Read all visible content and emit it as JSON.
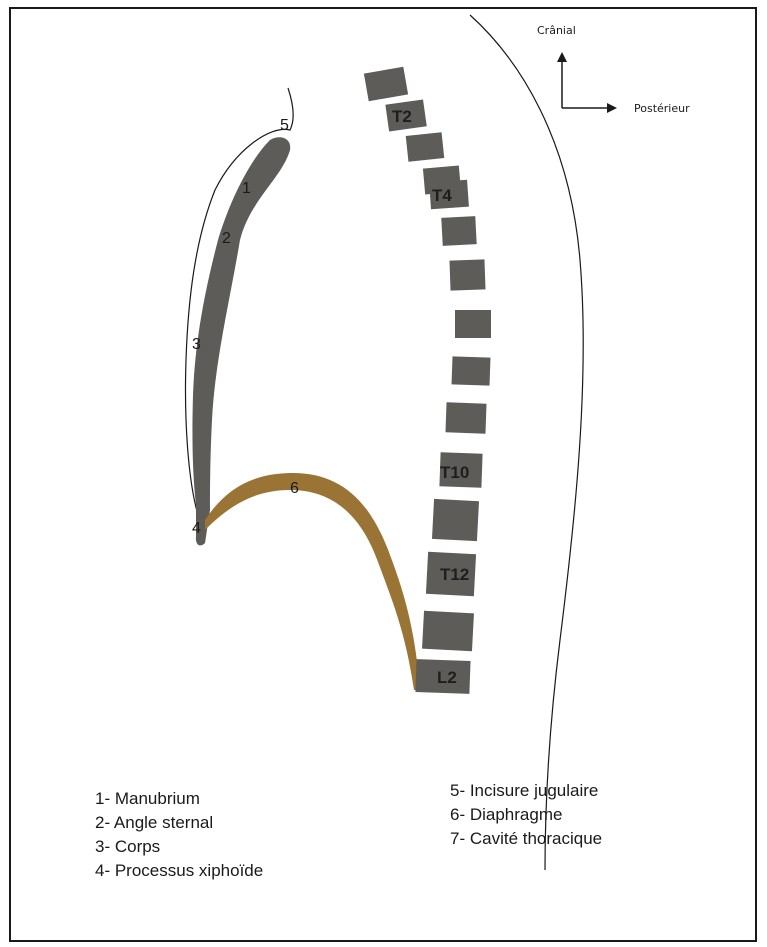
{
  "orientation": {
    "cranial": "Crânial",
    "posterior": "Postérieur"
  },
  "vertebra_labels": [
    "T2",
    "T4",
    "T10",
    "T12",
    "L2"
  ],
  "structure_numbers": [
    "1",
    "2",
    "3",
    "4",
    "5",
    "6"
  ],
  "legend_left": [
    "1- Manubrium",
    "2- Angle sternal",
    "3- Corps",
    "4- Processus xiphoïde"
  ],
  "legend_right": [
    "5- Incisure jugulaire",
    "6- Diaphragme",
    "7- Cavité thoracique"
  ],
  "colors": {
    "bone": "#5e5c58",
    "diaphragm": "#9a7434",
    "outline": "#1a1a1a"
  }
}
